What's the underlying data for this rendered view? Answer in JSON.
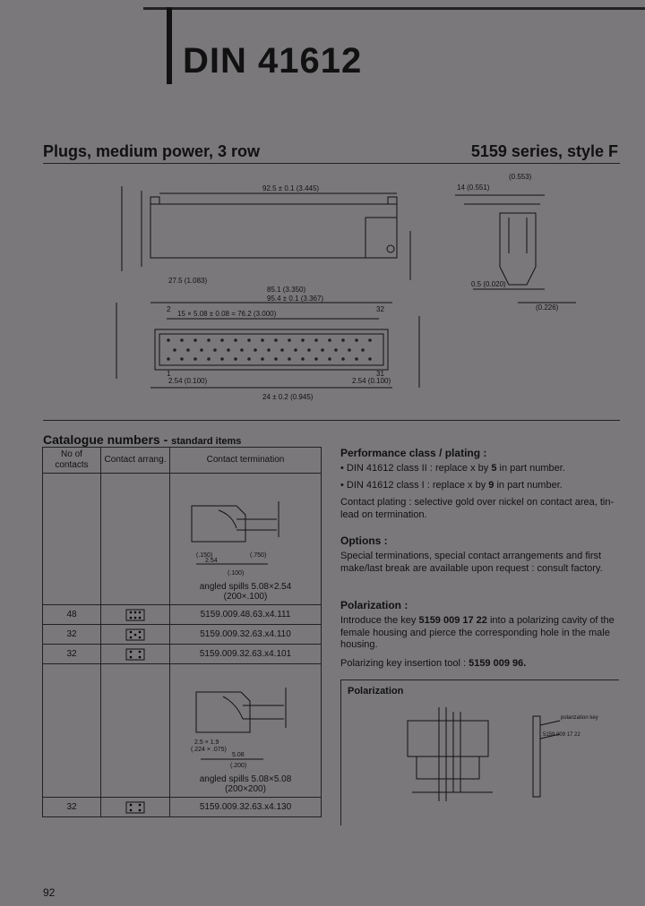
{
  "header": {
    "title": "DIN 41612"
  },
  "product": {
    "left_heading": "Plugs, medium power, 3 row",
    "right_heading": "5159 series, style F"
  },
  "drawing_dims": {
    "d1": "92.5 ± 0.1 (3.445)",
    "d2": "85.1 (3.350)",
    "d3": "95.4 ± 0.1 (3.367)",
    "d4": "15 × 5.08 ± 0.08 = 76.2 (3.000)",
    "d5": "24 ± 0.2 (0.945)",
    "d6": "2.54 (0.100)",
    "d7": "2.54 (0.100)",
    "d8": "27.5 (1.083)",
    "d9": "0.5 (0.020)",
    "d10": "(0.226)",
    "d11": "(0.553)",
    "d12": "14 (0.551)",
    "lbl_a": "2",
    "lbl_b": "32",
    "lbl_c": "1",
    "lbl_d": "31"
  },
  "catalogue": {
    "title": "Catalogue numbers -",
    "subtitle": "standard items",
    "headers": [
      "No of contacts",
      "Contact arrang.",
      "Contact termination"
    ],
    "caption1": "angled spills 5.08×2.54 (200×.100)",
    "caption2": "angled spills 5.08×5.08 (200×200)",
    "dim_a1": "(.150)",
    "dim_a2": "2.54",
    "dim_a3": "(.100)",
    "dim_a4": "(.750)",
    "dim_b1": "2.5 × 1.9",
    "dim_b2": "(.224 × .075)",
    "dim_b3": "5.08",
    "dim_b4": "(.200)",
    "rows": [
      {
        "contacts": "48",
        "part": "5159.009.48.63.x4.111"
      },
      {
        "contacts": "32",
        "part": "5159.009.32.63.x4.110"
      },
      {
        "contacts": "32",
        "part": "5159.009.32.63.x4.101"
      },
      {
        "contacts": "32",
        "part": "5159.009.32.63.x4.130"
      }
    ]
  },
  "performance": {
    "heading": "Performance class / plating :",
    "line1_pre": "• DIN 41612 class II : replace x by ",
    "line1_num": "5",
    "line1_post": " in part number.",
    "line2_pre": "• DIN 41612 class I : replace x by ",
    "line2_num": "9",
    "line2_post": " in part number.",
    "plating": "Contact plating : selective gold over nickel on contact area, tin-lead on termination."
  },
  "options": {
    "heading": "Options :",
    "text": "Special terminations, special contact arrangements and first make/last break are available upon request : consult factory."
  },
  "polarization": {
    "heading": "Polarization :",
    "text_pre": "Introduce the key ",
    "key_part": "5159 009 17 22",
    "text_post": " into a polarizing cavity of the female housing and pierce the corresponding hole in the male housing.",
    "tool_pre": "Polarizing key insertion tool : ",
    "tool_part": "5159 009 96.",
    "box_title": "Polarization",
    "key_label": "polarization key",
    "key_number": "5159 009 17 22"
  },
  "footer": {
    "page_number": "92"
  }
}
